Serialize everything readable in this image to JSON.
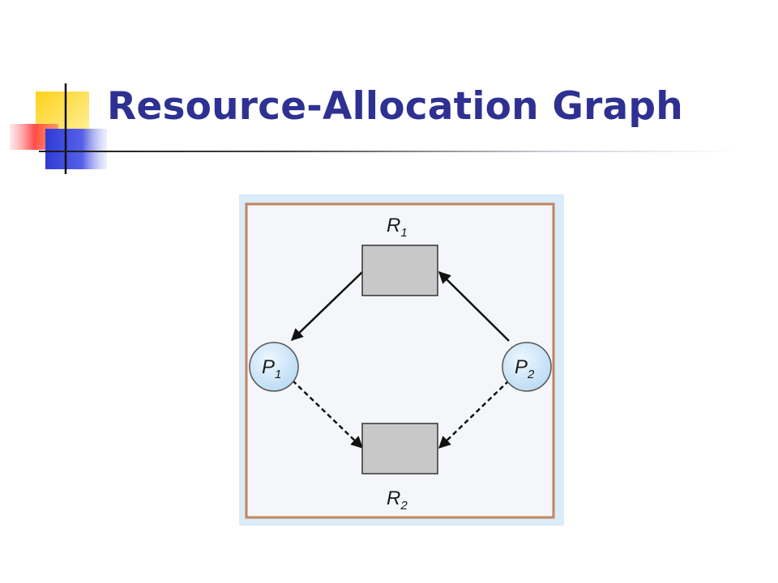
{
  "slide": {
    "title": "Resource-Allocation Graph"
  },
  "graph": {
    "resources": [
      {
        "label": "R",
        "subscript": "1"
      },
      {
        "label": "R",
        "subscript": "2"
      }
    ],
    "processes": [
      {
        "label": "P",
        "subscript": "1"
      },
      {
        "label": "P",
        "subscript": "2"
      }
    ],
    "edges": [
      {
        "from": "R1",
        "to": "P1",
        "type": "assignment",
        "style": "solid"
      },
      {
        "from": "P2",
        "to": "R1",
        "type": "request",
        "style": "solid"
      },
      {
        "from": "P1",
        "to": "R2",
        "type": "claim",
        "style": "dashed"
      },
      {
        "from": "P2",
        "to": "R2",
        "type": "claim",
        "style": "dashed"
      }
    ]
  },
  "colors": {
    "title": "#2e3192",
    "frame": "#c5835e",
    "panel": "#f4f6f9",
    "outer": "#d9ecf7",
    "resource_fill": "#c8c8c8",
    "process_fill": "#cfe6f8"
  }
}
